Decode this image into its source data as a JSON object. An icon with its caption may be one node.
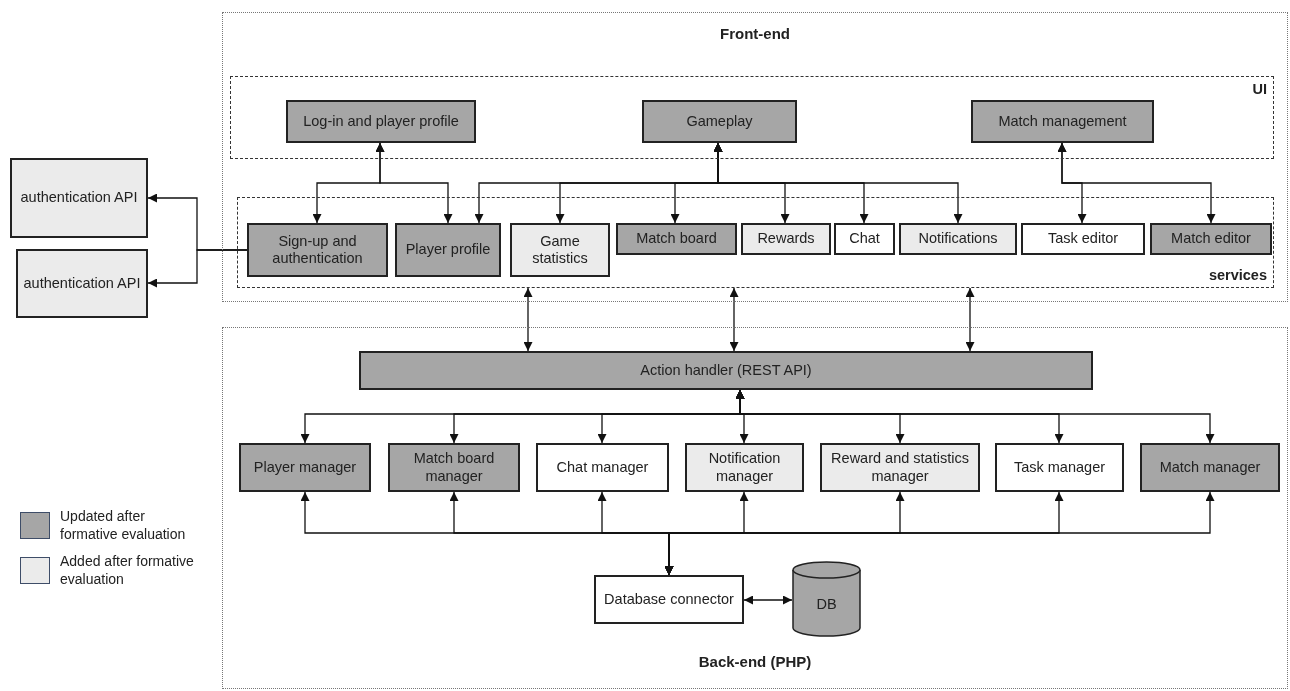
{
  "diagram": {
    "nodes": [
      {
        "text": [
          "Front-end"
        ]
      },
      {
        "text": [
          "UI"
        ],
        "in": 0
      },
      {
        "text": [
          "Log-in and player profile"
        ],
        "in": 1
      },
      {
        "text": [
          "Gameplay"
        ],
        "in": 1
      },
      {
        "text": [
          "Match management"
        ],
        "in": 1
      },
      {
        "text": [
          "services"
        ],
        "in": 0
      },
      {
        "text": [
          "Sign-up and authentication"
        ],
        "in": 5
      },
      {
        "text": [
          "Player profile"
        ],
        "in": 5
      },
      {
        "text": [
          "Game statistics"
        ],
        "in": 5
      },
      {
        "text": [
          "Match board"
        ],
        "in": 5
      },
      {
        "text": [
          "Rewards"
        ],
        "in": 5
      },
      {
        "text": [
          "Chat"
        ],
        "in": 5
      },
      {
        "text": [
          "Notifications"
        ],
        "in": 5
      },
      {
        "text": [
          "Task editor"
        ],
        "in": 5
      },
      {
        "text": [
          "Match editor"
        ],
        "in": 5
      },
      {
        "text": [
          "authentication API"
        ]
      },
      {
        "text": [
          "authentication API"
        ]
      },
      {
        "text": [
          "Back-end (PHP)"
        ]
      },
      {
        "text": [
          "Action handler (REST API)"
        ],
        "in": 17
      },
      {
        "text": [
          "Player manager"
        ],
        "in": 17
      },
      {
        "text": [
          "Match board manager"
        ],
        "in": 17
      },
      {
        "text": [
          "Chat manager"
        ],
        "in": 17
      },
      {
        "text": [
          "Notification manager"
        ],
        "in": 17
      },
      {
        "text": [
          "Reward and statistics manager"
        ],
        "in": 17
      },
      {
        "text": [
          "Task manager"
        ],
        "in": 17
      },
      {
        "text": [
          "Match manager"
        ],
        "in": 17
      },
      {
        "text": [
          "Database connector"
        ],
        "in": 17
      },
      {
        "text": [
          "DB"
        ],
        "in": 17
      }
    ],
    "edges": [
      {
        "from": 2,
        "to": 6,
        "arrow": "both"
      },
      {
        "from": 2,
        "to": 7,
        "arrow": "both"
      },
      {
        "from": 3,
        "to": 7,
        "arrow": "both"
      },
      {
        "from": 3,
        "to": 8,
        "arrow": "both"
      },
      {
        "from": 3,
        "to": 9,
        "arrow": "both"
      },
      {
        "from": 3,
        "to": 10,
        "arrow": "both"
      },
      {
        "from": 3,
        "to": 11,
        "arrow": "both"
      },
      {
        "from": 3,
        "to": 12,
        "arrow": "both"
      },
      {
        "from": 4,
        "to": 13,
        "arrow": "both"
      },
      {
        "from": 4,
        "to": 14,
        "arrow": "both"
      },
      {
        "from": 6,
        "to": 15,
        "arrow": "to"
      },
      {
        "from": 6,
        "to": 16,
        "arrow": "to"
      },
      {
        "from": 5,
        "to": 18,
        "arrow": "both"
      },
      {
        "from": 5,
        "to": 18,
        "arrow": "both"
      },
      {
        "from": 5,
        "to": 18,
        "arrow": "both"
      },
      {
        "from": 18,
        "to": 19,
        "arrow": "both"
      },
      {
        "from": 18,
        "to": 20,
        "arrow": "both"
      },
      {
        "from": 18,
        "to": 21,
        "arrow": "both"
      },
      {
        "from": 18,
        "to": 22,
        "arrow": "both"
      },
      {
        "from": 18,
        "to": 23,
        "arrow": "both"
      },
      {
        "from": 18,
        "to": 24,
        "arrow": "both"
      },
      {
        "from": 18,
        "to": 25,
        "arrow": "both"
      },
      {
        "from": 26,
        "to": 19,
        "arrow": "both"
      },
      {
        "from": 26,
        "to": 20,
        "arrow": "both"
      },
      {
        "from": 26,
        "to": 21,
        "arrow": "both"
      },
      {
        "from": 26,
        "to": 22,
        "arrow": "both"
      },
      {
        "from": 26,
        "to": 23,
        "arrow": "both"
      },
      {
        "from": 26,
        "to": 24,
        "arrow": "both"
      },
      {
        "from": 26,
        "to": 25,
        "arrow": "both"
      },
      {
        "from": 26,
        "to": 27,
        "arrow": "both"
      }
    ],
    "legend": [
      {
        "text": "Updated after formative evaluation",
        "color": "#a6a6a6"
      },
      {
        "text": "Added after formative evaluation",
        "color": "#ebebeb"
      }
    ]
  }
}
